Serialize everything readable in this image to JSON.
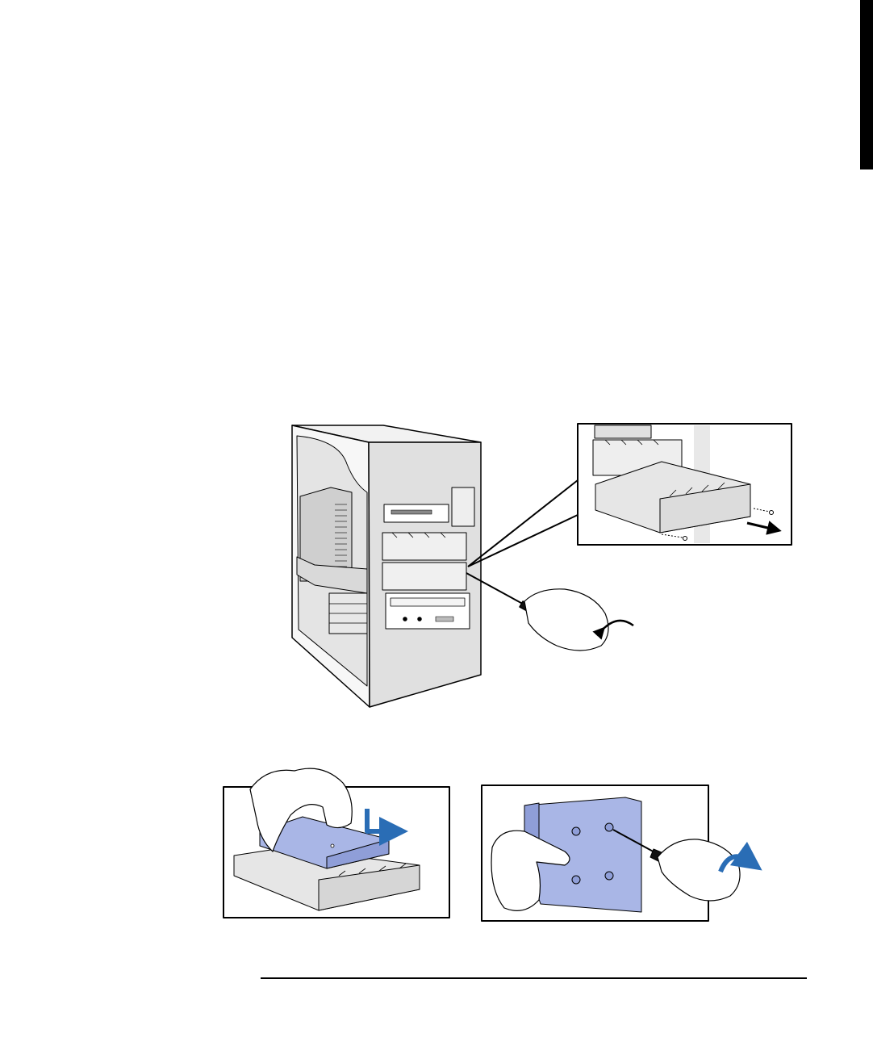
{
  "page": {
    "background": "#ffffff",
    "edge_tab_color": "#000000",
    "accent_blue": "#2a6db5",
    "part_blue": "#a9b6e6"
  },
  "figures": [
    {
      "name": "tower-chassis-bay-removal",
      "content": "illustration"
    },
    {
      "name": "bay-detail-callout",
      "content": "illustration"
    },
    {
      "name": "drive-into-tray",
      "content": "illustration"
    },
    {
      "name": "tray-screw-fastening",
      "content": "illustration"
    }
  ]
}
